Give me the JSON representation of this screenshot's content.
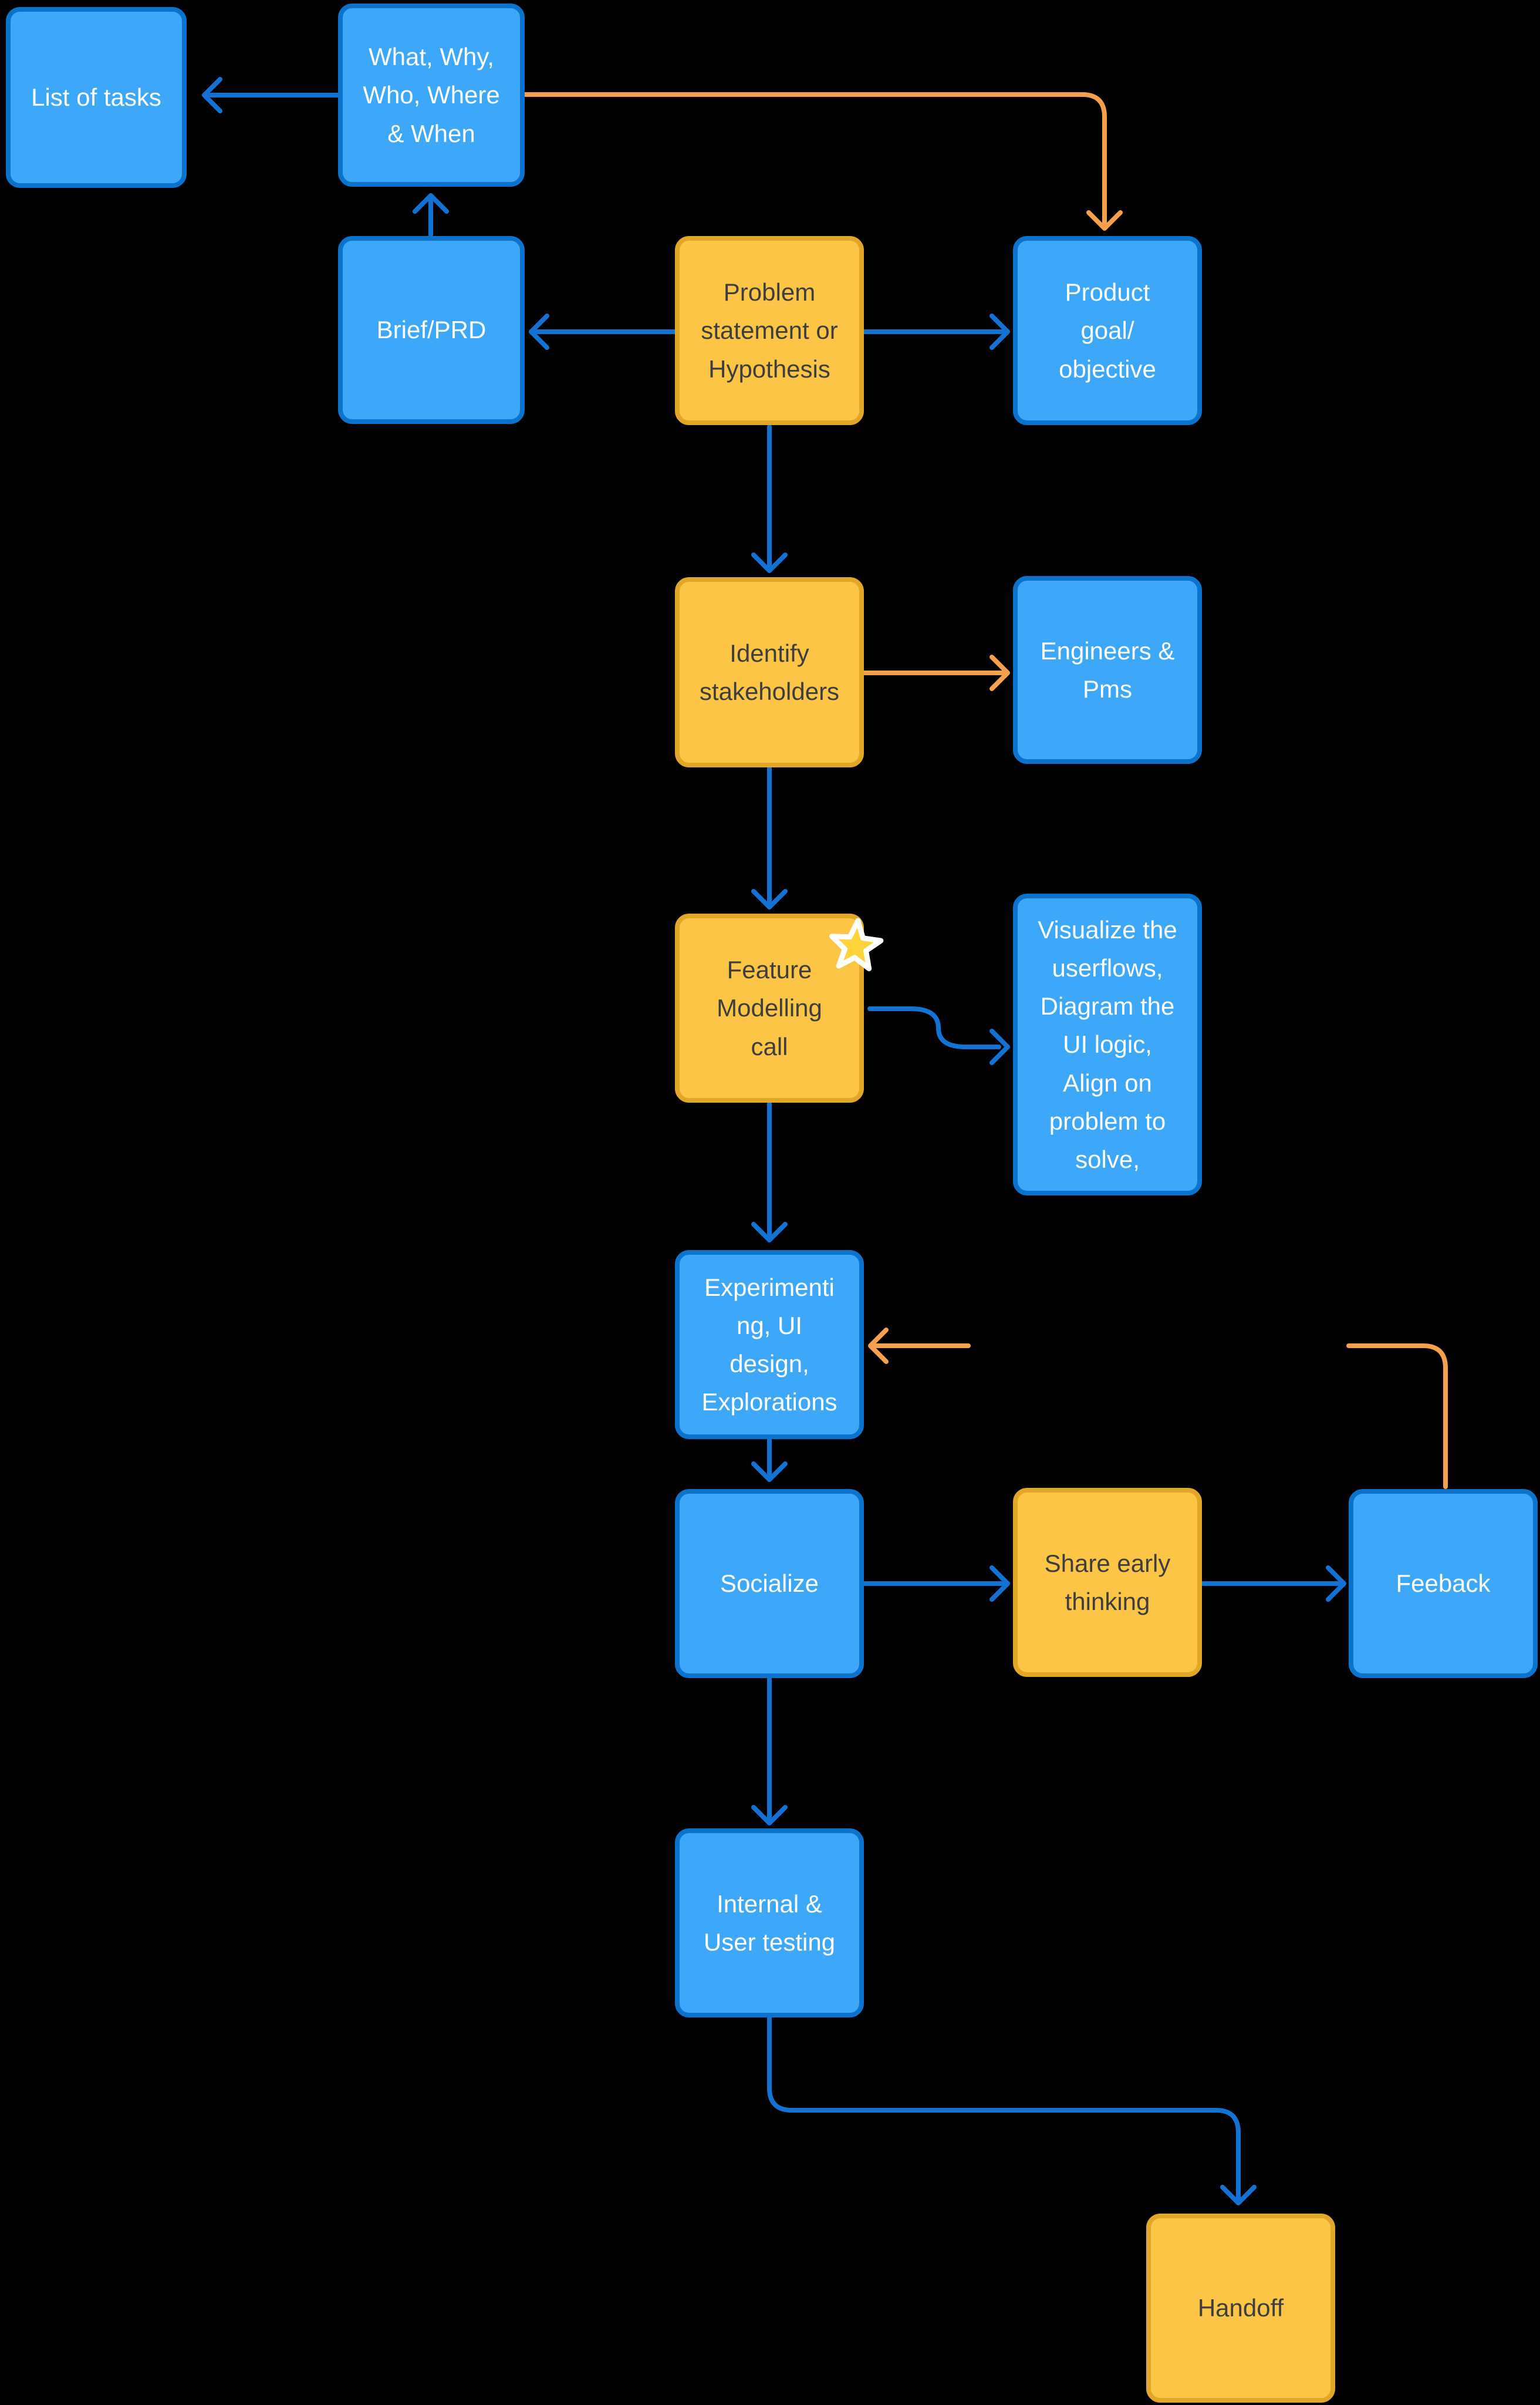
{
  "canvas": {
    "background": "#000000"
  },
  "colors": {
    "canvas-bg": "#000000",
    "node-blue-fill": "#3DA7FA",
    "node-blue-border": "#0C73CD",
    "node-orange-fill": "#FCC545",
    "node-orange-border": "#E2A629",
    "arrow-blue": "#1373D4",
    "arrow-orange": "#F5A04C",
    "star-fill": "#FFD33A",
    "star-stroke": "#FFFFFF",
    "text-on-blue": "#FFFFFF",
    "text-on-orange": "#3E3E3E"
  },
  "nodes": {
    "list_of_tasks": {
      "label": "List of tasks"
    },
    "what_why_who_where_when": {
      "label": "What, Why, Who, Where & When"
    },
    "brief_prd": {
      "label": "Brief/PRD"
    },
    "problem_statement": {
      "label": "Problem statement or Hypothesis"
    },
    "product_goal": {
      "label": "Product goal/ objective"
    },
    "identify_stakeholders": {
      "label": "Identify stakeholders"
    },
    "engineers_pms": {
      "label": "Engineers & Pms"
    },
    "feature_modelling_call": {
      "label": "Feature Modelling call"
    },
    "visualize_userflows": {
      "label": "Visualize the userflows, Diagram the UI logic, Align on problem to solve,"
    },
    "experimenting_ui_design": {
      "label": "Experimenting, UI design, Explorations"
    },
    "socialize": {
      "label": "Socialize"
    },
    "share_early_thinking": {
      "label": "Share early thinking"
    },
    "feeback": {
      "label": "Feeback"
    },
    "internal_user_testing": {
      "label": "Internal & User testing"
    },
    "handoff": {
      "label": "Handoff"
    }
  }
}
